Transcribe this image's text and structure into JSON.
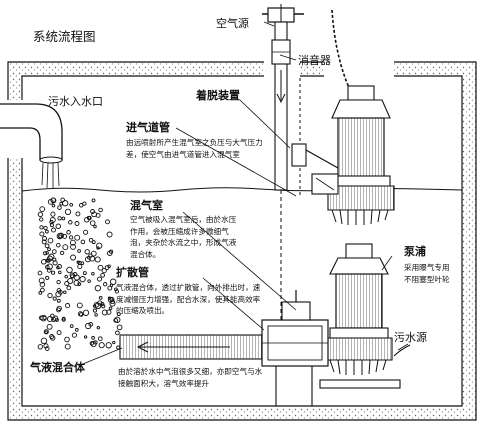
{
  "title": "系统流程图",
  "labels": {
    "air_source": "空气源",
    "muffler": "消音器",
    "coupling_device": "着脱装置",
    "inlet": "污水入水口",
    "air_pipe": "进气道管",
    "mixing_chamber": "混气室",
    "diffuser": "扩散管",
    "pump": "泵浦",
    "sewage_source": "污水源",
    "gas_liquid_mix": "气液混合体"
  },
  "descriptions": {
    "air_pipe": "由远喷射所产生混气室之负压与大气压力差，使空气由进气道管进入混气室",
    "mixing_chamber": "空气被吸入混气室后，由於水压作用，会被压缩成许多微细气泡，夹杂於水流之中，形成气液混合体。",
    "diffuser": "气液混合体，透过扩散管，向外排出时，速度减慢压力增强，配合水深，使其能高效率的压缩及喷出。",
    "pump": "采用曝气专用不阻塞型叶轮",
    "gas_liquid_mix": "由於溶於水中气泡很多又细，亦即空气与水接触面积大，溶气效率提升"
  },
  "colors": {
    "ink": "#111111",
    "tank_fill": "#ffffff",
    "hatch": "#9a9a9a"
  }
}
